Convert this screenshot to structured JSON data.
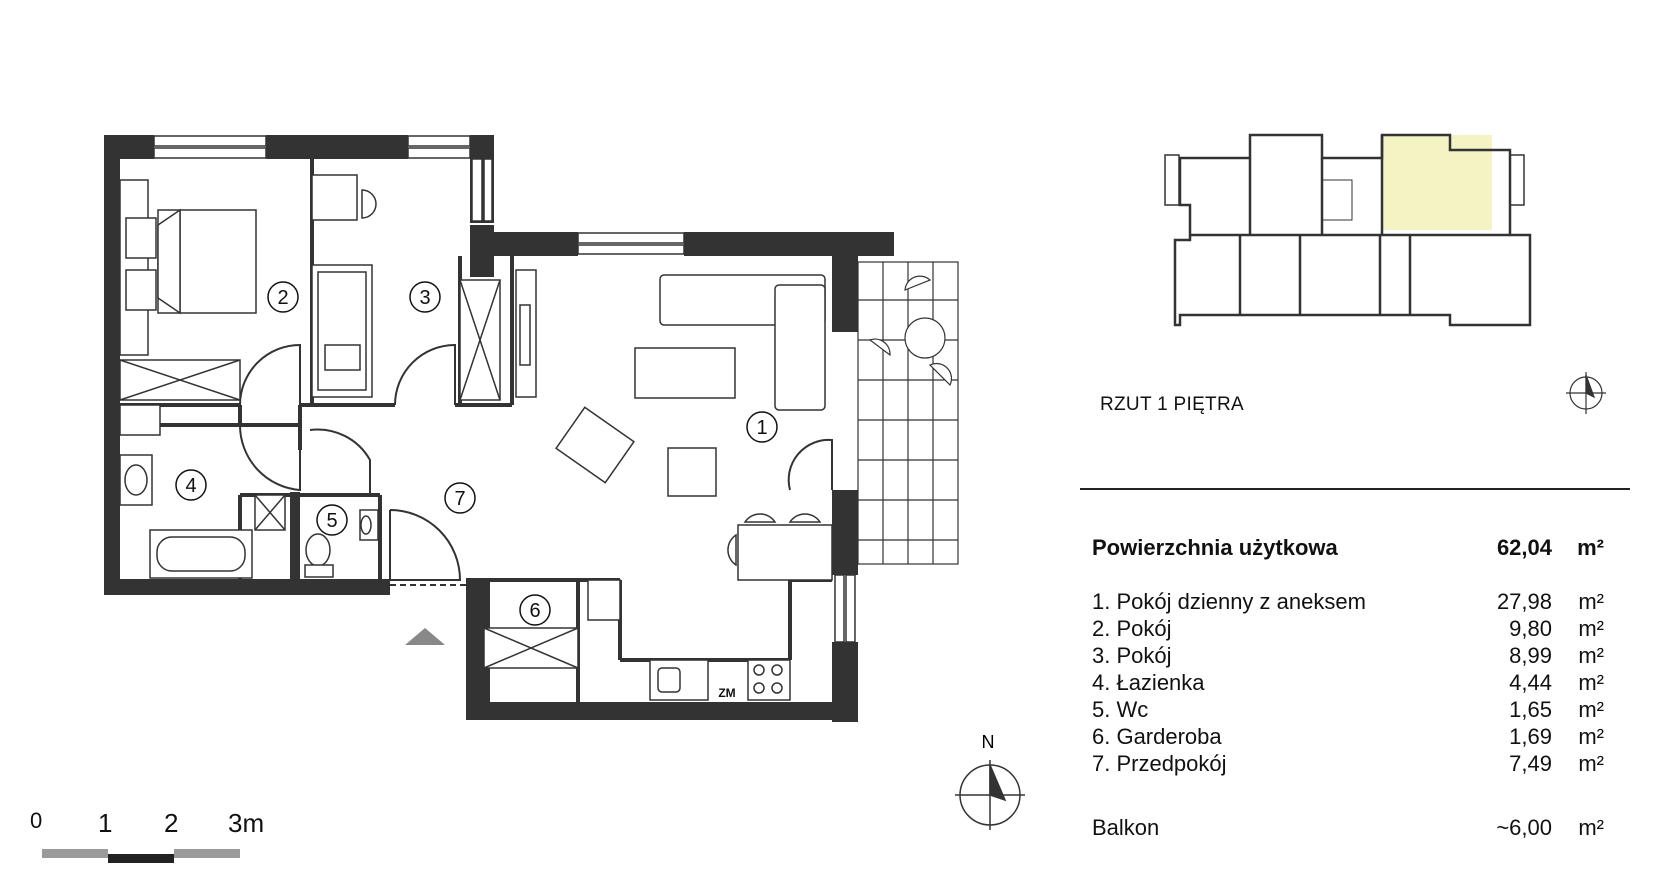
{
  "floor_label": "RZUT 1 PIĘTRA",
  "compass_letter": "N",
  "room_numbers": [
    "1",
    "2",
    "3",
    "4",
    "5",
    "6",
    "7"
  ],
  "kitchen_tag": "ZM",
  "usable_area": {
    "label": "Powierzchnia użytkowa",
    "value": "62,04",
    "unit": "m²"
  },
  "rooms": [
    {
      "name": "1. Pokój dzienny z aneksem",
      "area": "27,98",
      "unit": "m²"
    },
    {
      "name": "2. Pokój",
      "area": "9,80",
      "unit": "m²"
    },
    {
      "name": "3. Pokój",
      "area": "8,99",
      "unit": "m²"
    },
    {
      "name": "4. Łazienka",
      "area": "4,44",
      "unit": "m²"
    },
    {
      "name": "5. Wc",
      "area": "1,65",
      "unit": "m²"
    },
    {
      "name": "6. Garderoba",
      "area": "1,69",
      "unit": "m²"
    },
    {
      "name": "7. Przedpokój",
      "area": "7,49",
      "unit": "m²"
    }
  ],
  "balcony": {
    "name": "Balkon",
    "area": "~6,00",
    "unit": "m²"
  },
  "scale": {
    "labels": [
      "0",
      "1",
      "2",
      "3m"
    ]
  },
  "colors": {
    "wall": "#333333",
    "highlight": "#f3f3c4",
    "scalebar_light": "#9a9a9a",
    "scalebar_dark": "#222222"
  }
}
